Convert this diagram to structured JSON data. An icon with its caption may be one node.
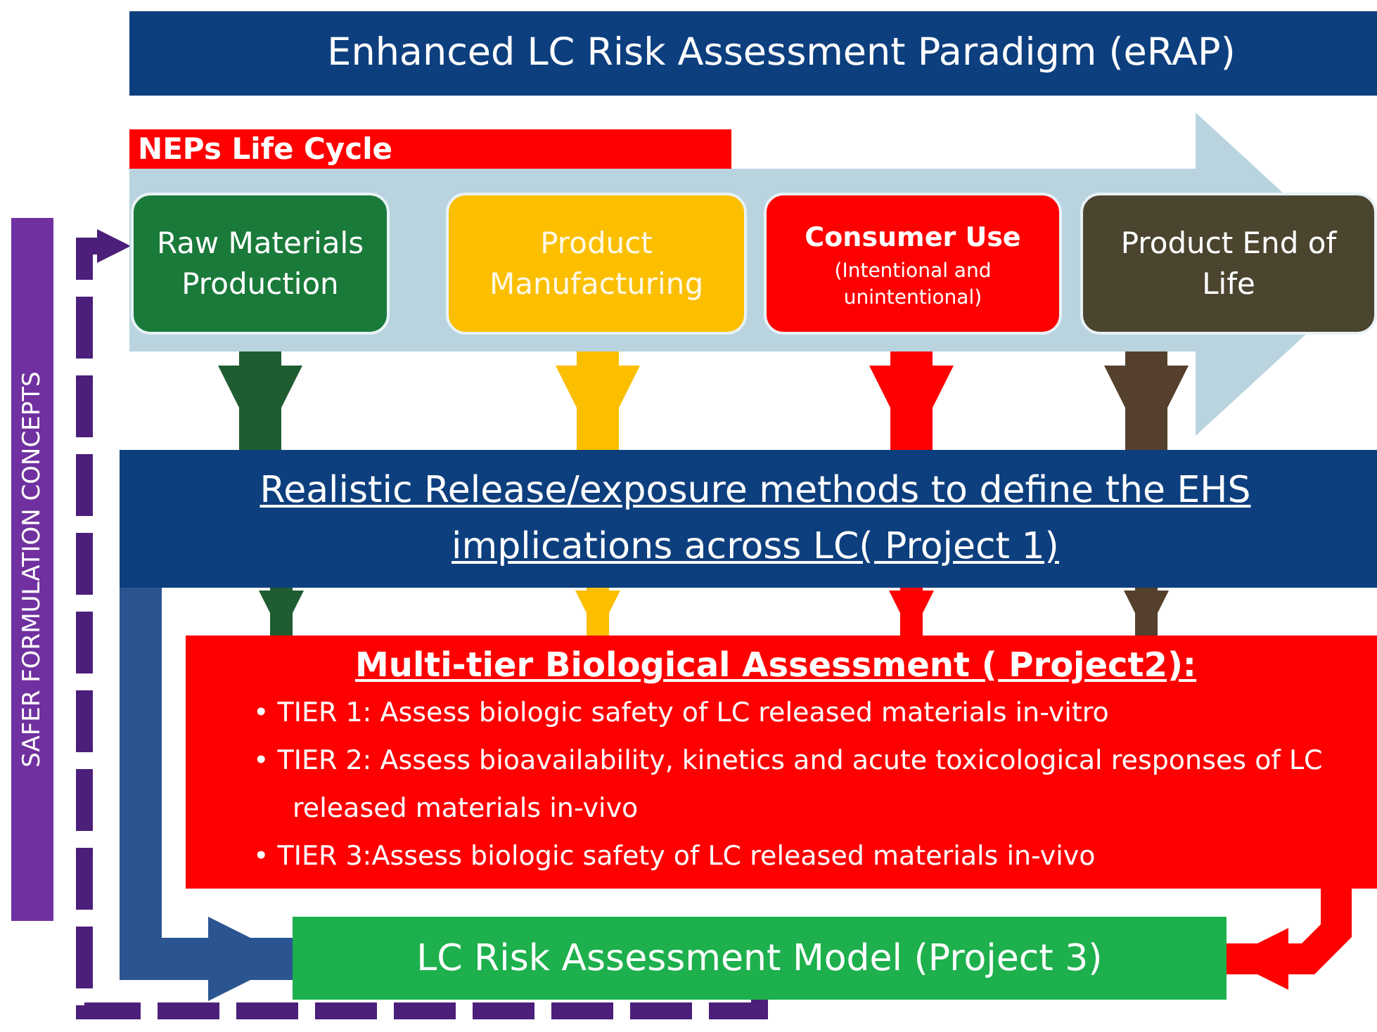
{
  "diagram": {
    "title": "Enhanced LC Risk Assessment  Paradigm (eRAP)",
    "nodes": [
      {
        "text": [
          "NEPs Life  Cycle"
        ]
      },
      {
        "text": [
          "Raw Materials Production"
        ],
        "in": 0
      },
      {
        "text": [
          "Product Manufacturing"
        ],
        "in": 0
      },
      {
        "text": [
          "Consumer Use",
          "(Intentional and unintentional)"
        ],
        "in": 0
      },
      {
        "text": [
          "Product End of Life"
        ],
        "in": 0
      },
      {
        "text": [
          "Realistic  Release/exposure  methods to define the EHS implications across LC( Project 1)"
        ]
      },
      {
        "text": [
          "Multi-tier Biological Assessment ( Project2):",
          "• TIER 1: Assess biologic safety of LC released materials  in-vitro",
          "• TIER 2: Assess bioavailability, kinetics and acute toxicological responses of  LC released materials in-vivo",
          "• TIER 3:Assess biologic safety of LC released materials in-vivo"
        ]
      },
      {
        "text": [
          "LC Risk Assessment  Model (Project 3)"
        ]
      },
      {
        "text": [
          "SAFER FORMULATION CONCEPTS"
        ]
      }
    ],
    "edges": [
      {
        "from": 1,
        "to": 5,
        "arrow": "to",
        "color": "#1f5c32"
      },
      {
        "from": 2,
        "to": 5,
        "arrow": "to",
        "color": "#fbbf00"
      },
      {
        "from": 3,
        "to": 5,
        "arrow": "to",
        "color": "#ff0000"
      },
      {
        "from": 4,
        "to": 5,
        "arrow": "to",
        "color": "#54402c"
      },
      {
        "from": 5,
        "to": 6,
        "arrow": "to",
        "color": "#1f5c32"
      },
      {
        "from": 5,
        "to": 6,
        "arrow": "to",
        "color": "#fbbf00"
      },
      {
        "from": 5,
        "to": 6,
        "arrow": "to",
        "color": "#ff0000"
      },
      {
        "from": 5,
        "to": 6,
        "arrow": "to",
        "color": "#54402c"
      },
      {
        "from": 5,
        "to": 7,
        "arrow": "to",
        "color": "#2a5590"
      },
      {
        "from": 6,
        "to": 7,
        "arrow": "to",
        "color": "#ff0000"
      },
      {
        "from": 7,
        "to": 1,
        "arrow": "to",
        "style": "dashed",
        "color": "#4b1f7a"
      }
    ]
  }
}
